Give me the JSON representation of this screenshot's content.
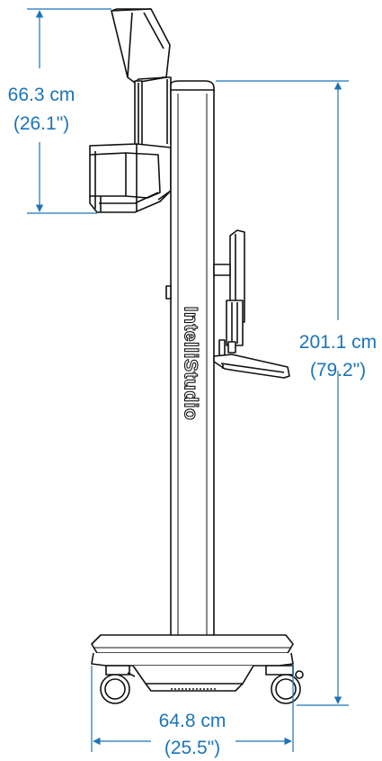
{
  "product": {
    "brand": "IntelliStudio"
  },
  "dimensions": {
    "top_height": {
      "metric": "66.3 cm",
      "imperial": "(26.1\")"
    },
    "total_height": {
      "metric": "201.1 cm",
      "imperial": "(79.2\")"
    },
    "base_width": {
      "metric": "64.8 cm",
      "imperial": "(25.5\")"
    }
  },
  "colors": {
    "dimension": "#1b74b8",
    "outline": "#111111"
  }
}
